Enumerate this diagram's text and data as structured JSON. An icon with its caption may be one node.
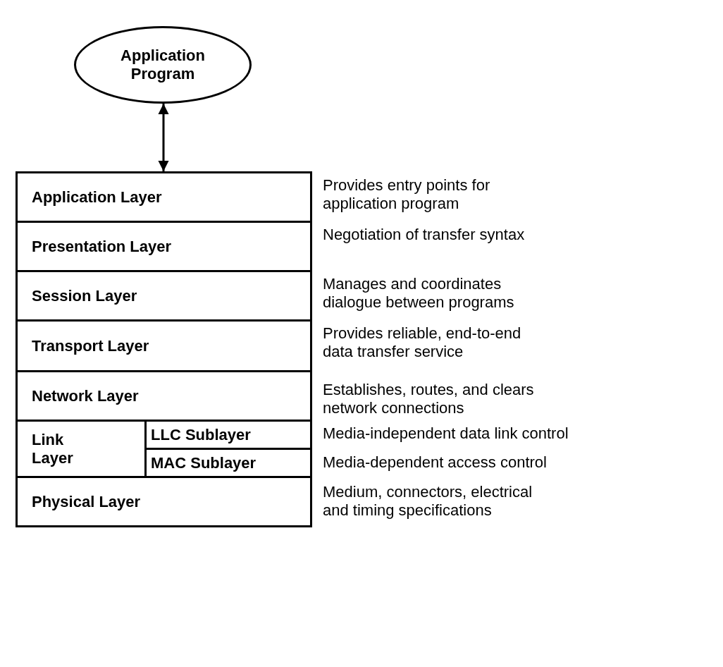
{
  "diagram": {
    "nodes": [
      {
        "text": [
          "Application Program"
        ]
      },
      {
        "text": [
          "Application Layer"
        ],
        "beside": [
          "Provides entry points for application program"
        ]
      },
      {
        "text": [
          "Presentation Layer"
        ],
        "beside": [
          "Negotiation of transfer syntax"
        ]
      },
      {
        "text": [
          "Session Layer"
        ],
        "beside": [
          "Manages and coordinates dialogue between programs"
        ]
      },
      {
        "text": [
          "Transport Layer"
        ],
        "beside": [
          "Provides reliable, end-to-end data transfer service"
        ]
      },
      {
        "text": [
          "Network Layer"
        ],
        "beside": [
          "Establishes, routes, and clears network connections"
        ]
      },
      {
        "text": [
          "Link Layer"
        ]
      },
      {
        "text": [
          "LLC Sublayer"
        ],
        "beside": [
          "Media-independent data link control"
        ]
      },
      {
        "text": [
          "MAC Sublayer"
        ],
        "beside": [
          "Media-dependent access control"
        ]
      },
      {
        "text": [
          "Physical Layer"
        ],
        "beside": [
          "Medium, connectors, electrical and timing specifications"
        ]
      }
    ],
    "edges": [
      {
        "from": 0,
        "to": 1,
        "arrow": "both"
      }
    ]
  }
}
